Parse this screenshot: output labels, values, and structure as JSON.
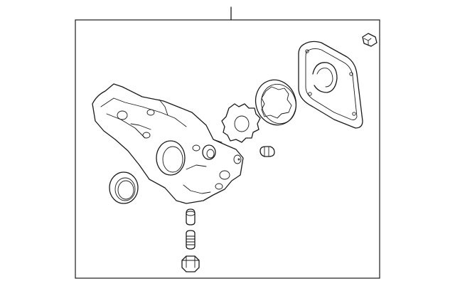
{
  "diagram": {
    "style": "exploded parts line drawing",
    "stroke_color": "#1a1a1a",
    "background_color": "#ffffff",
    "parts": [
      "oil-pump-housing",
      "front-seal",
      "inner-rotor",
      "outer-rotor",
      "pump-cover-gasket",
      "relief-valve-plug",
      "relief-valve",
      "relief-valve-spring",
      "drain-plug",
      "locating-pin",
      "bolt"
    ]
  }
}
